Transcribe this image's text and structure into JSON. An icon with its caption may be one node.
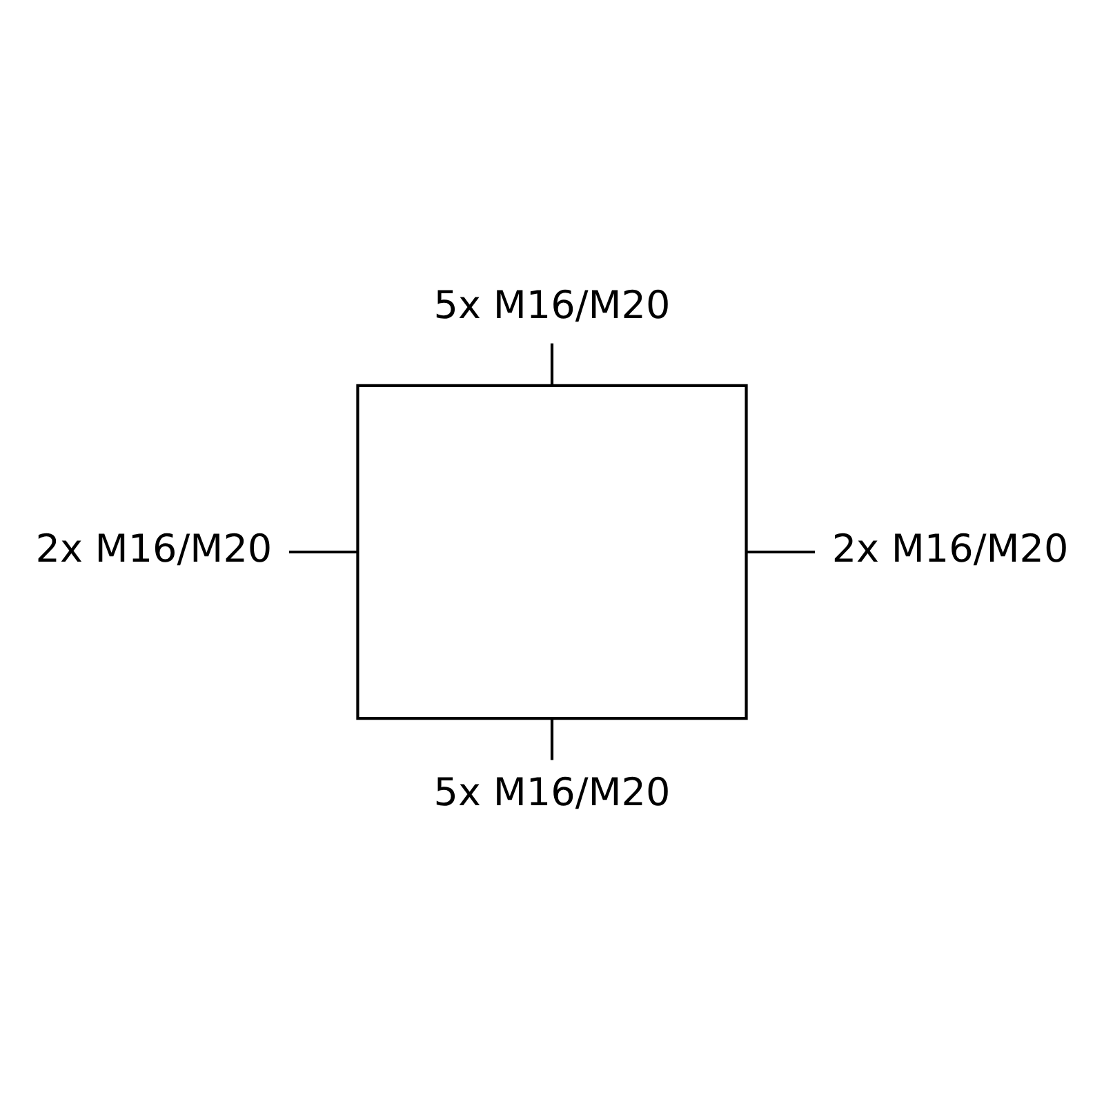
{
  "diagram": {
    "nodes": [
      {
        "text": [
          "5x M16/M20"
        ]
      },
      {
        "text": [
          "2x M16/M20"
        ]
      },
      {
        "text": [],
        "shape": "box"
      },
      {
        "text": [
          "2x M16/M20"
        ]
      },
      {
        "text": [
          "5x M16/M20"
        ]
      }
    ],
    "edges": [
      {
        "from": 0,
        "to": 2,
        "arrow": "none"
      },
      {
        "from": 1,
        "to": 2,
        "arrow": "none"
      },
      {
        "from": 2,
        "to": 3,
        "arrow": "none"
      },
      {
        "from": 2,
        "to": 4,
        "arrow": "none"
      }
    ]
  }
}
